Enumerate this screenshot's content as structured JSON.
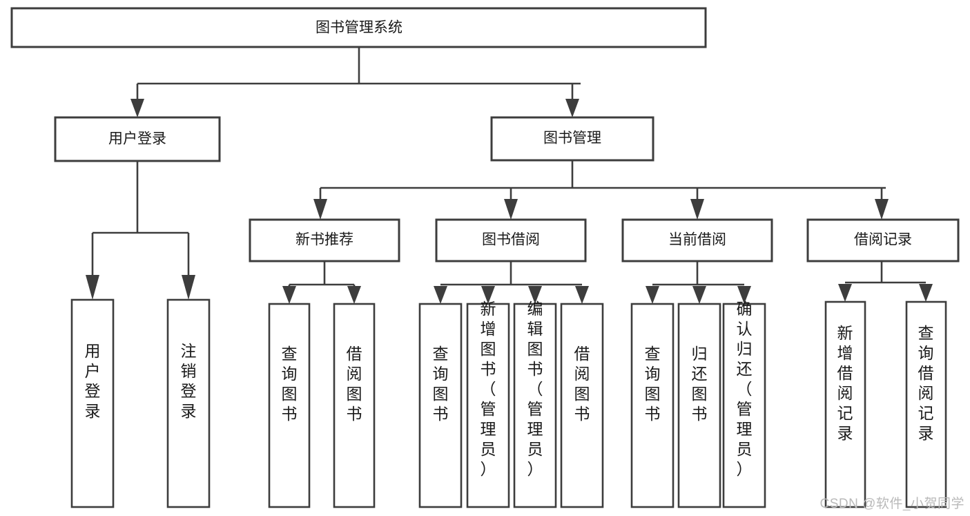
{
  "diagram": {
    "title": "图书管理系统",
    "type": "tree",
    "watermark": "CSDN @软件_小贺同学",
    "colors": {
      "stroke": "#3d3d3d",
      "fill": "#ffffff",
      "text": "#1a1a1a",
      "watermark": "#b9b9b9"
    },
    "root": {
      "label": "图书管理系统"
    },
    "level2": [
      {
        "label": "用户登录"
      },
      {
        "label": "图书管理"
      }
    ],
    "level3": [
      {
        "label": "新书推荐"
      },
      {
        "label": "图书借阅"
      },
      {
        "label": "当前借阅"
      },
      {
        "label": "借阅记录"
      }
    ],
    "leaves": {
      "user_login": [
        {
          "label": "用户登录"
        },
        {
          "label": "注销登录"
        }
      ],
      "new_book": [
        {
          "label": "查询图书"
        },
        {
          "label": "借阅图书"
        }
      ],
      "borrow_book": [
        {
          "label": "查询图书"
        },
        {
          "label": "新增图书（管理员）"
        },
        {
          "label": "编辑图书（管理员）"
        },
        {
          "label": "借阅图书"
        }
      ],
      "current_borrow": [
        {
          "label": "查询图书"
        },
        {
          "label": "归还图书"
        },
        {
          "label": "确认归还（管理员）"
        }
      ],
      "borrow_record": [
        {
          "label": "新增借阅记录"
        },
        {
          "label": "查询借阅记录"
        }
      ]
    }
  }
}
